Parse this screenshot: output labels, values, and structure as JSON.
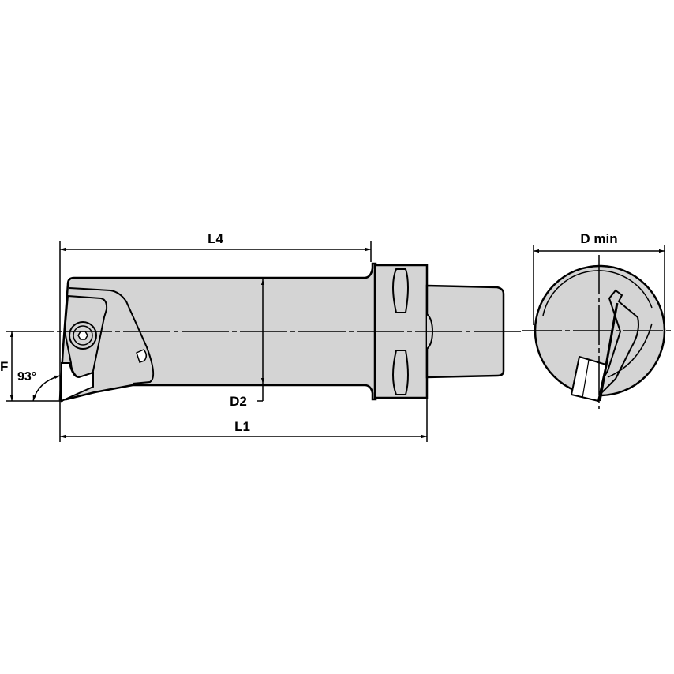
{
  "diagram": {
    "type": "technical drawing",
    "subject": "boring bar / turning tool holder with modular shank",
    "views": [
      "side-view",
      "end-view"
    ],
    "colors": {
      "fill": "#d4d4d4",
      "stroke": "#000000",
      "background": "#ffffff",
      "insert": "#ffffff"
    },
    "dimensions": {
      "L4": "L4",
      "L1": "L1",
      "D2": "D2",
      "F": "F",
      "angle": "93°",
      "D_min": "D min"
    }
  }
}
